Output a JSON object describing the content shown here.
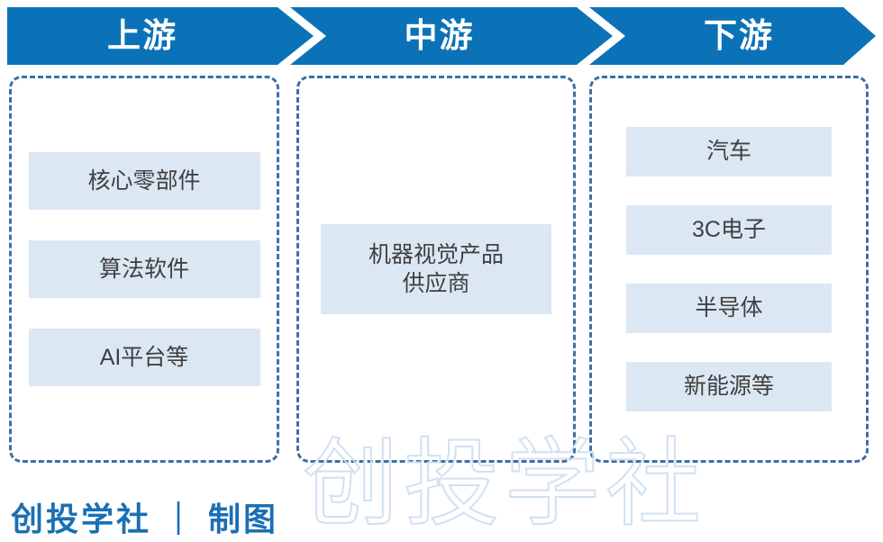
{
  "theme": {
    "banner_blue": "#0c72b8",
    "chip_fill": "#dce7f4",
    "chip_text": "#404040",
    "dashed_border": "#3f6fa3",
    "watermark_stroke": "#cfe0f2",
    "credit_blue": "#1a6fb5"
  },
  "banner": {
    "segments": [
      {
        "label": "上游"
      },
      {
        "label": "中游"
      },
      {
        "label": "下游"
      }
    ]
  },
  "stages": {
    "upstream": {
      "title": "上游",
      "items": [
        {
          "label": "核心零部件"
        },
        {
          "label": "算法软件"
        },
        {
          "label": "AI平台等"
        }
      ]
    },
    "midstream": {
      "title": "中游",
      "items": [
        {
          "label": "机器视觉产品\n供应商"
        }
      ]
    },
    "downstream": {
      "title": "下游",
      "items": [
        {
          "label": "汽车"
        },
        {
          "label": "3C电子"
        },
        {
          "label": "半导体"
        },
        {
          "label": "新能源等"
        }
      ]
    }
  },
  "watermark": {
    "text": "创投学社"
  },
  "footer": {
    "credit": "创投学社 ｜ 制图"
  }
}
